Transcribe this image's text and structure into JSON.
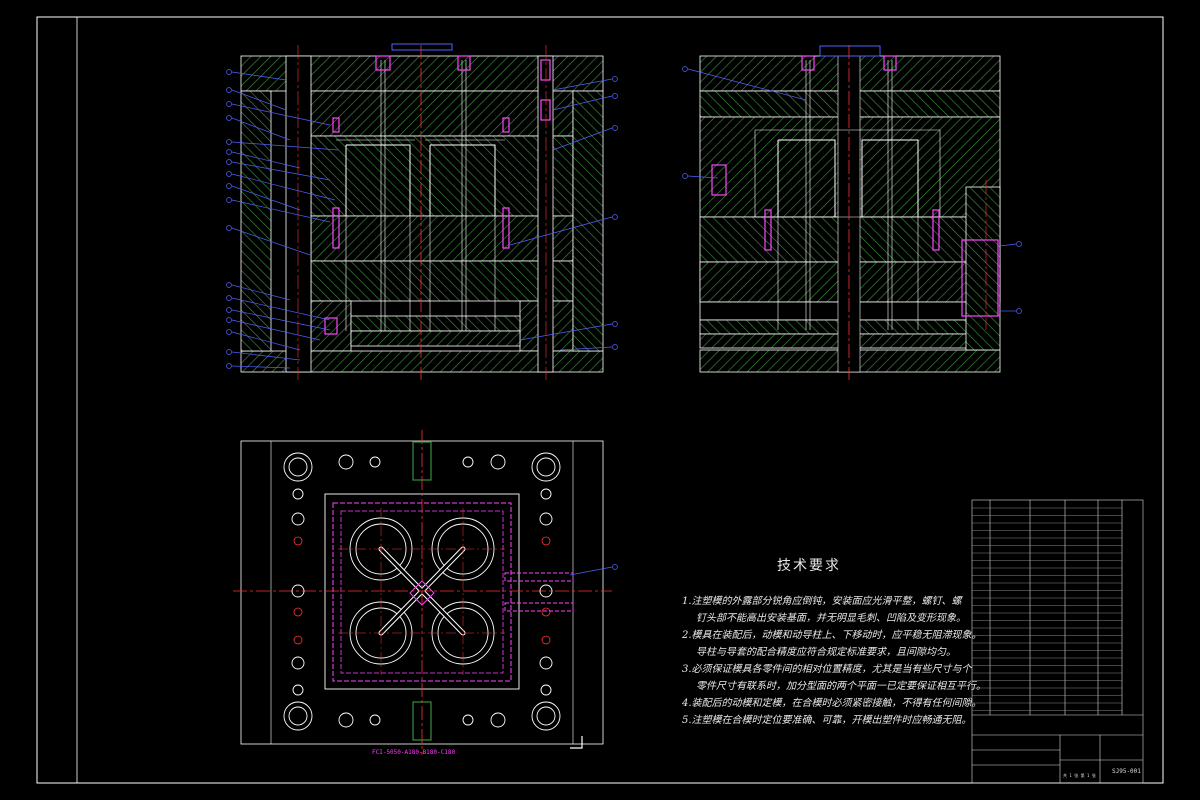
{
  "tech_requirements": {
    "title": "技术要求",
    "items": [
      "1.注塑模的外露部分锐角应倒钝，安装面应光滑平整，螺钉、螺",
      "钉头部不能高出安装基面，并无明显毛刺、凹陷及变形现象。",
      "2.模具在装配后，动模和动导柱上、下移动时，应平稳无阻滞现象。",
      "导柱与导套的配合精度应符合规定标准要求，且间隙均匀。",
      "3.必须保证模具各零件间的相对位置精度，尤其是当有些尺寸与个",
      "零件尺寸有联系时，加分型面的两个平面一已定要保证相互平行。",
      "4.装配后的动模和定模，在合模时必须紧密接触，不得有任何间隙。",
      "5.注塑模在合模时定位要准确、可靠，开模出塑件时应畅通无阻。"
    ]
  },
  "mold_base_label": "FCI-5050-A180-B180-C180",
  "title_block": {
    "sheet_info": "共 1 张  第 1 张",
    "drawing_number": "SJ95-001"
  },
  "colors": {
    "background": "#000000",
    "frame": "#ffffff",
    "hatch": "#3c8c3c",
    "centerline": "#ff3030",
    "magenta": "#ff44ff",
    "blue": "#5060ff",
    "yellow": "#e8e800"
  }
}
